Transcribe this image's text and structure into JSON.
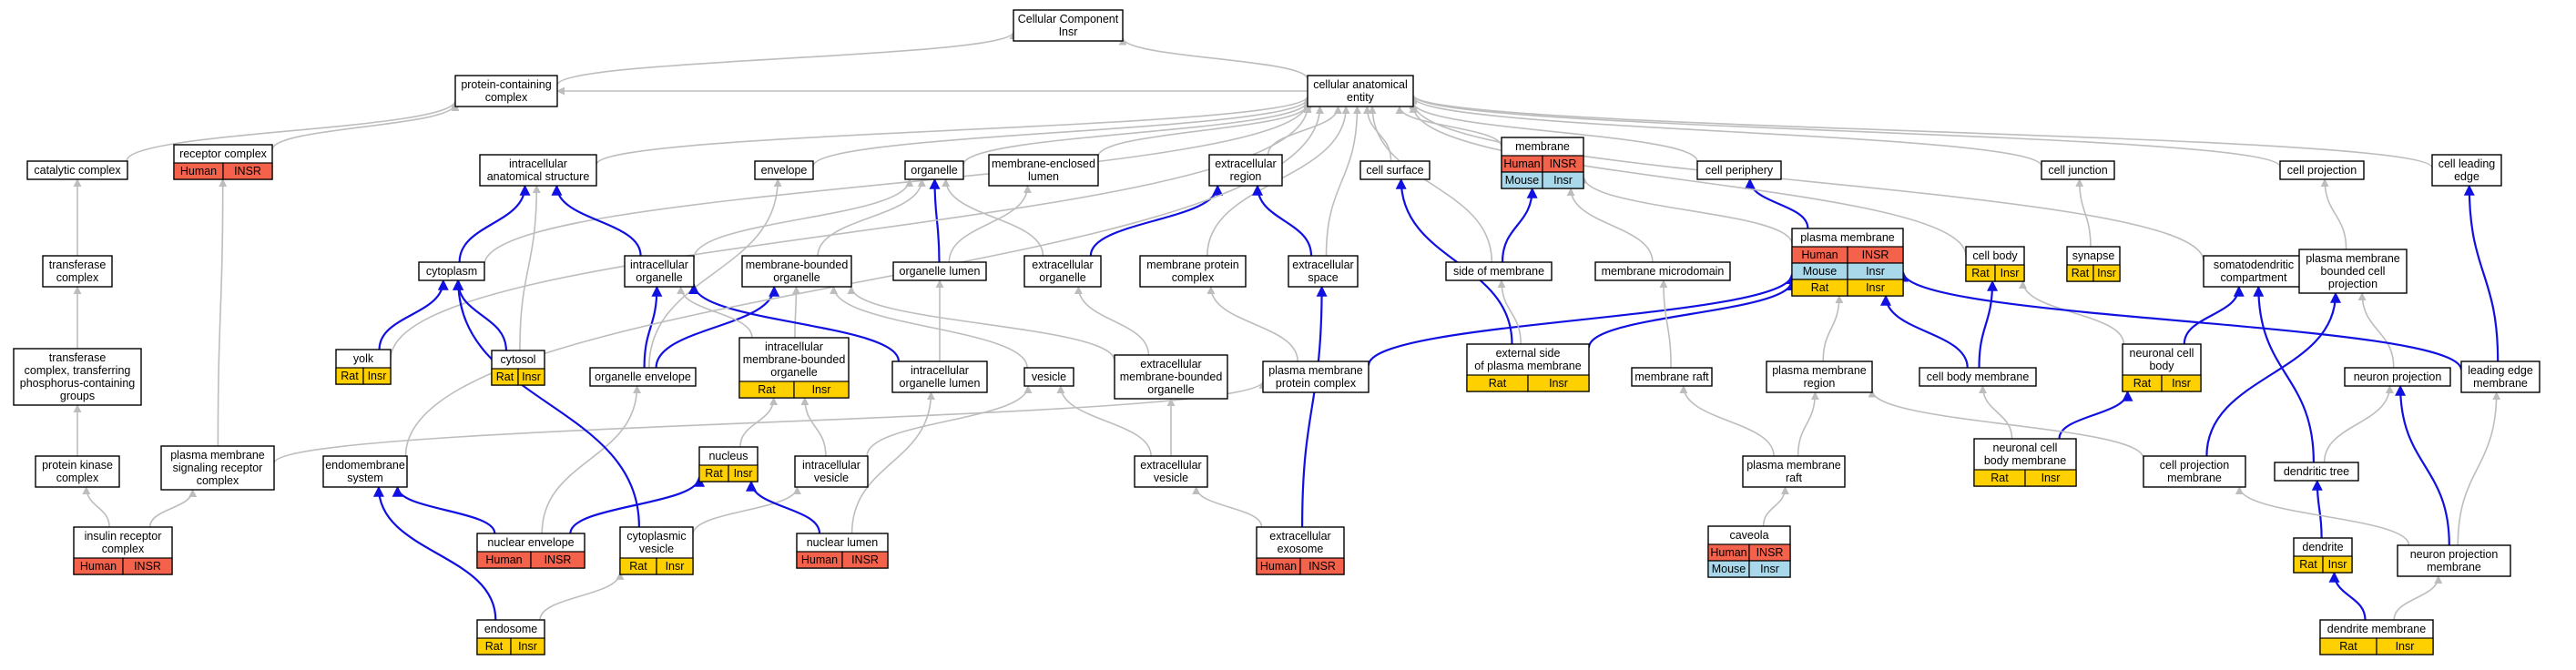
{
  "colors": {
    "human": "#f4624c",
    "rat": "#ffd000",
    "mouse": "#a8d8ea",
    "edge_grey": "#bdbdbd",
    "edge_blue": "#1010e0"
  },
  "nodes": [
    {
      "id": "cellular-component",
      "lines": [
        "Cellular Component",
        "Insr"
      ]
    },
    {
      "id": "protein-containing-complex",
      "lines": [
        "protein-containing",
        "complex"
      ]
    },
    {
      "id": "cellular-anatomical-entity",
      "lines": [
        "cellular anatomical",
        "entity"
      ]
    },
    {
      "id": "catalytic-complex",
      "lines": [
        "catalytic complex"
      ]
    },
    {
      "id": "receptor-complex",
      "lines": [
        "receptor complex"
      ],
      "tags": [
        [
          "Human",
          "INSR"
        ]
      ]
    },
    {
      "id": "intracellular-anatomical-structure",
      "lines": [
        "intracellular",
        "anatomical structure"
      ]
    },
    {
      "id": "envelope",
      "lines": [
        "envelope"
      ]
    },
    {
      "id": "organelle",
      "lines": [
        "organelle"
      ]
    },
    {
      "id": "membrane-enclosed-lumen",
      "lines": [
        "membrane-enclosed",
        "lumen"
      ]
    },
    {
      "id": "extracellular-region",
      "lines": [
        "extracellular",
        "region"
      ]
    },
    {
      "id": "cell-surface",
      "lines": [
        "cell surface"
      ]
    },
    {
      "id": "membrane",
      "lines": [
        "membrane"
      ],
      "tags": [
        [
          "Human",
          "INSR"
        ],
        [
          "Mouse",
          "Insr"
        ]
      ]
    },
    {
      "id": "cell-periphery",
      "lines": [
        "cell periphery"
      ]
    },
    {
      "id": "cell-junction",
      "lines": [
        "cell junction"
      ]
    },
    {
      "id": "cell-projection",
      "lines": [
        "cell projection"
      ]
    },
    {
      "id": "cell-leading-edge",
      "lines": [
        "cell leading",
        "edge"
      ]
    },
    {
      "id": "transferase-complex",
      "lines": [
        "transferase",
        "complex"
      ]
    },
    {
      "id": "cytoplasm",
      "lines": [
        "cytoplasm"
      ]
    },
    {
      "id": "intracellular-organelle",
      "lines": [
        "intracellular",
        "organelle"
      ]
    },
    {
      "id": "membrane-bounded-organelle",
      "lines": [
        "membrane-bounded",
        "organelle"
      ]
    },
    {
      "id": "organelle-lumen",
      "lines": [
        "organelle lumen"
      ]
    },
    {
      "id": "extracellular-organelle",
      "lines": [
        "extracellular",
        "organelle"
      ]
    },
    {
      "id": "membrane-protein-complex",
      "lines": [
        "membrane protein",
        "complex"
      ]
    },
    {
      "id": "extracellular-space",
      "lines": [
        "extracellular",
        "space"
      ]
    },
    {
      "id": "side-of-membrane",
      "lines": [
        "side of membrane"
      ]
    },
    {
      "id": "membrane-microdomain",
      "lines": [
        "membrane microdomain"
      ]
    },
    {
      "id": "plasma-membrane",
      "lines": [
        "plasma membrane"
      ],
      "tags": [
        [
          "Human",
          "INSR"
        ],
        [
          "Mouse",
          "Insr"
        ],
        [
          "Rat",
          "Insr"
        ]
      ]
    },
    {
      "id": "cell-body",
      "lines": [
        "cell body"
      ],
      "tags": [
        [
          "Rat",
          "Insr"
        ]
      ]
    },
    {
      "id": "synapse",
      "lines": [
        "synapse"
      ],
      "tags": [
        [
          "Rat",
          "Insr"
        ]
      ]
    },
    {
      "id": "somatodendritic-compartment",
      "lines": [
        "somatodendritic",
        "compartment"
      ]
    },
    {
      "id": "plasma-membrane-bounded-cell-projection",
      "lines": [
        "plasma membrane",
        "bounded cell",
        "projection"
      ]
    },
    {
      "id": "transferase-complex-phosphorus",
      "lines": [
        "transferase",
        "complex, transferring",
        "phosphorus-containing",
        "groups"
      ]
    },
    {
      "id": "yolk",
      "lines": [
        "yolk"
      ],
      "tags": [
        [
          "Rat",
          "Insr"
        ]
      ]
    },
    {
      "id": "cytosol",
      "lines": [
        "cytosol"
      ],
      "tags": [
        [
          "Rat",
          "Insr"
        ]
      ]
    },
    {
      "id": "organelle-envelope",
      "lines": [
        "organelle envelope"
      ]
    },
    {
      "id": "intracellular-membrane-bounded-organelle",
      "lines": [
        "intracellular",
        "membrane-bounded",
        "organelle"
      ],
      "tags": [
        [
          "Rat",
          "Insr"
        ]
      ]
    },
    {
      "id": "intracellular-organelle-lumen",
      "lines": [
        "intracellular",
        "organelle lumen"
      ]
    },
    {
      "id": "vesicle",
      "lines": [
        "vesicle"
      ]
    },
    {
      "id": "extracellular-membrane-bounded-organelle",
      "lines": [
        "extracellular",
        "membrane-bounded",
        "organelle"
      ]
    },
    {
      "id": "plasma-membrane-protein-complex",
      "lines": [
        "plasma membrane",
        "protein complex"
      ]
    },
    {
      "id": "external-side-of-plasma-membrane",
      "lines": [
        "external side",
        "of plasma membrane"
      ],
      "tags": [
        [
          "Rat",
          "Insr"
        ]
      ]
    },
    {
      "id": "membrane-raft",
      "lines": [
        "membrane raft"
      ]
    },
    {
      "id": "plasma-membrane-region",
      "lines": [
        "plasma membrane",
        "region"
      ]
    },
    {
      "id": "cell-body-membrane",
      "lines": [
        "cell body membrane"
      ]
    },
    {
      "id": "neuronal-cell-body",
      "lines": [
        "neuronal cell",
        "body"
      ],
      "tags": [
        [
          "Rat",
          "Insr"
        ]
      ]
    },
    {
      "id": "neuron-projection",
      "lines": [
        "neuron projection"
      ]
    },
    {
      "id": "leading-edge-membrane",
      "lines": [
        "leading edge",
        "membrane"
      ]
    },
    {
      "id": "protein-kinase-complex",
      "lines": [
        "protein kinase",
        "complex"
      ]
    },
    {
      "id": "plasma-membrane-signaling-receptor-complex",
      "lines": [
        "plasma membrane",
        "signaling receptor",
        "complex"
      ]
    },
    {
      "id": "endomembrane-system",
      "lines": [
        "endomembrane",
        "system"
      ]
    },
    {
      "id": "nucleus",
      "lines": [
        "nucleus"
      ],
      "tags": [
        [
          "Rat",
          "Insr"
        ]
      ]
    },
    {
      "id": "intracellular-vesicle",
      "lines": [
        "intracellular",
        "vesicle"
      ]
    },
    {
      "id": "extracellular-vesicle",
      "lines": [
        "extracellular",
        "vesicle"
      ]
    },
    {
      "id": "plasma-membrane-raft",
      "lines": [
        "plasma membrane",
        "raft"
      ]
    },
    {
      "id": "neuronal-cell-body-membrane",
      "lines": [
        "neuronal cell",
        "body membrane"
      ],
      "tags": [
        [
          "Rat",
          "Insr"
        ]
      ]
    },
    {
      "id": "cell-projection-membrane",
      "lines": [
        "cell projection",
        "membrane"
      ]
    },
    {
      "id": "dendritic-tree",
      "lines": [
        "dendritic tree"
      ]
    },
    {
      "id": "insulin-receptor-complex",
      "lines": [
        "insulin receptor",
        "complex"
      ],
      "tags": [
        [
          "Human",
          "INSR"
        ]
      ]
    },
    {
      "id": "nuclear-envelope",
      "lines": [
        "nuclear envelope"
      ],
      "tags": [
        [
          "Human",
          "INSR"
        ]
      ]
    },
    {
      "id": "cytoplasmic-vesicle",
      "lines": [
        "cytoplasmic",
        "vesicle"
      ],
      "tags": [
        [
          "Rat",
          "Insr"
        ]
      ]
    },
    {
      "id": "nuclear-lumen",
      "lines": [
        "nuclear lumen"
      ],
      "tags": [
        [
          "Human",
          "INSR"
        ]
      ]
    },
    {
      "id": "extracellular-exosome",
      "lines": [
        "extracellular",
        "exosome"
      ],
      "tags": [
        [
          "Human",
          "INSR"
        ]
      ]
    },
    {
      "id": "caveola",
      "lines": [
        "caveola"
      ],
      "tags": [
        [
          "Human",
          "INSR"
        ],
        [
          "Mouse",
          "Insr"
        ]
      ]
    },
    {
      "id": "dendrite",
      "lines": [
        "dendrite"
      ],
      "tags": [
        [
          "Rat",
          "Insr"
        ]
      ]
    },
    {
      "id": "neuron-projection-membrane",
      "lines": [
        "neuron projection",
        "membrane"
      ]
    },
    {
      "id": "endosome",
      "lines": [
        "endosome"
      ],
      "tags": [
        [
          "Rat",
          "Insr"
        ]
      ]
    },
    {
      "id": "dendrite-membrane",
      "lines": [
        "dendrite membrane"
      ],
      "tags": [
        [
          "Rat",
          "Insr"
        ]
      ]
    }
  ],
  "edges": [
    [
      "protein-containing-complex",
      "cellular-component",
      "g"
    ],
    [
      "cellular-anatomical-entity",
      "cellular-component",
      "g"
    ],
    [
      "cellular-anatomical-entity",
      "protein-containing-complex",
      "g"
    ],
    [
      "catalytic-complex",
      "protein-containing-complex",
      "g"
    ],
    [
      "receptor-complex",
      "protein-containing-complex",
      "g"
    ],
    [
      "intracellular-anatomical-structure",
      "cellular-anatomical-entity",
      "g"
    ],
    [
      "envelope",
      "cellular-anatomical-entity",
      "g"
    ],
    [
      "organelle",
      "cellular-anatomical-entity",
      "g"
    ],
    [
      "membrane-enclosed-lumen",
      "cellular-anatomical-entity",
      "g"
    ],
    [
      "extracellular-region",
      "cellular-anatomical-entity",
      "g"
    ],
    [
      "cell-surface",
      "cellular-anatomical-entity",
      "g"
    ],
    [
      "membrane",
      "cellular-anatomical-entity",
      "g"
    ],
    [
      "cell-periphery",
      "cellular-anatomical-entity",
      "g"
    ],
    [
      "cell-junction",
      "cellular-anatomical-entity",
      "g"
    ],
    [
      "cell-projection",
      "cellular-anatomical-entity",
      "g"
    ],
    [
      "cell-leading-edge",
      "cellular-anatomical-entity",
      "g"
    ],
    [
      "transferase-complex",
      "catalytic-complex",
      "g"
    ],
    [
      "cytoplasm",
      "cellular-anatomical-entity",
      "g"
    ],
    [
      "cytoplasm",
      "intracellular-anatomical-structure",
      "b"
    ],
    [
      "intracellular-organelle",
      "intracellular-anatomical-structure",
      "b"
    ],
    [
      "intracellular-organelle",
      "organelle",
      "g"
    ],
    [
      "membrane-bounded-organelle",
      "organelle",
      "g"
    ],
    [
      "organelle-lumen",
      "organelle",
      "b"
    ],
    [
      "organelle-lumen",
      "membrane-enclosed-lumen",
      "g"
    ],
    [
      "extracellular-organelle",
      "organelle",
      "g"
    ],
    [
      "extracellular-organelle",
      "extracellular-region",
      "b"
    ],
    [
      "membrane-protein-complex",
      "cellular-anatomical-entity",
      "g"
    ],
    [
      "extracellular-space",
      "extracellular-region",
      "b"
    ],
    [
      "extracellular-space",
      "cellular-anatomical-entity",
      "g"
    ],
    [
      "side-of-membrane",
      "membrane",
      "b"
    ],
    [
      "side-of-membrane",
      "cellular-anatomical-entity",
      "g"
    ],
    [
      "membrane-microdomain",
      "membrane",
      "g"
    ],
    [
      "plasma-membrane",
      "cell-periphery",
      "b"
    ],
    [
      "plasma-membrane",
      "membrane",
      "g"
    ],
    [
      "cell-body",
      "cellular-anatomical-entity",
      "g"
    ],
    [
      "synapse",
      "cell-junction",
      "g"
    ],
    [
      "somatodendritic-compartment",
      "cellular-anatomical-entity",
      "g"
    ],
    [
      "plasma-membrane-bounded-cell-projection",
      "cell-projection",
      "g"
    ],
    [
      "transferase-complex-phosphorus",
      "transferase-complex",
      "g"
    ],
    [
      "yolk",
      "cytoplasm",
      "b"
    ],
    [
      "yolk",
      "cellular-anatomical-entity",
      "g"
    ],
    [
      "cytosol",
      "cytoplasm",
      "b"
    ],
    [
      "cytosol",
      "intracellular-anatomical-structure",
      "g"
    ],
    [
      "organelle-envelope",
      "intracellular-organelle",
      "b"
    ],
    [
      "organelle-envelope",
      "membrane-bounded-organelle",
      "b"
    ],
    [
      "organelle-envelope",
      "envelope",
      "g"
    ],
    [
      "intracellular-membrane-bounded-organelle",
      "membrane-bounded-organelle",
      "g"
    ],
    [
      "intracellular-membrane-bounded-organelle",
      "intracellular-organelle",
      "g"
    ],
    [
      "intracellular-organelle-lumen",
      "organelle-lumen",
      "g"
    ],
    [
      "intracellular-organelle-lumen",
      "intracellular-organelle",
      "b"
    ],
    [
      "vesicle",
      "membrane-bounded-organelle",
      "g"
    ],
    [
      "extracellular-membrane-bounded-organelle",
      "extracellular-organelle",
      "g"
    ],
    [
      "extracellular-membrane-bounded-organelle",
      "membrane-bounded-organelle",
      "g"
    ],
    [
      "plasma-membrane-protein-complex",
      "membrane-protein-complex",
      "g"
    ],
    [
      "plasma-membrane-protein-complex",
      "plasma-membrane",
      "b"
    ],
    [
      "external-side-of-plasma-membrane",
      "side-of-membrane",
      "g"
    ],
    [
      "external-side-of-plasma-membrane",
      "plasma-membrane",
      "b"
    ],
    [
      "external-side-of-plasma-membrane",
      "cell-surface",
      "b"
    ],
    [
      "membrane-raft",
      "membrane-microdomain",
      "g"
    ],
    [
      "plasma-membrane-region",
      "plasma-membrane",
      "g"
    ],
    [
      "cell-body-membrane",
      "plasma-membrane",
      "b"
    ],
    [
      "cell-body-membrane",
      "cell-body",
      "b"
    ],
    [
      "neuronal-cell-body",
      "cell-body",
      "g"
    ],
    [
      "neuronal-cell-body",
      "somatodendritic-compartment",
      "b"
    ],
    [
      "neuron-projection",
      "plasma-membrane-bounded-cell-projection",
      "g"
    ],
    [
      "leading-edge-membrane",
      "cell-leading-edge",
      "b"
    ],
    [
      "leading-edge-membrane",
      "plasma-membrane",
      "b"
    ],
    [
      "protein-kinase-complex",
      "transferase-complex-phosphorus",
      "g"
    ],
    [
      "plasma-membrane-signaling-receptor-complex",
      "receptor-complex",
      "g"
    ],
    [
      "plasma-membrane-signaling-receptor-complex",
      "plasma-membrane-protein-complex",
      "g"
    ],
    [
      "endomembrane-system",
      "cellular-anatomical-entity",
      "g"
    ],
    [
      "nucleus",
      "intracellular-membrane-bounded-organelle",
      "g"
    ],
    [
      "intracellular-vesicle",
      "vesicle",
      "g"
    ],
    [
      "intracellular-vesicle",
      "intracellular-membrane-bounded-organelle",
      "g"
    ],
    [
      "extracellular-vesicle",
      "extracellular-membrane-bounded-organelle",
      "g"
    ],
    [
      "extracellular-vesicle",
      "vesicle",
      "g"
    ],
    [
      "plasma-membrane-raft",
      "membrane-raft",
      "g"
    ],
    [
      "plasma-membrane-raft",
      "plasma-membrane-region",
      "g"
    ],
    [
      "neuronal-cell-body-membrane",
      "neuronal-cell-body",
      "b"
    ],
    [
      "neuronal-cell-body-membrane",
      "cell-body-membrane",
      "g"
    ],
    [
      "cell-projection-membrane",
      "plasma-membrane-bounded-cell-projection",
      "b"
    ],
    [
      "cell-projection-membrane",
      "plasma-membrane-region",
      "g"
    ],
    [
      "dendritic-tree",
      "neuron-projection",
      "g"
    ],
    [
      "dendritic-tree",
      "somatodendritic-compartment",
      "b"
    ],
    [
      "insulin-receptor-complex",
      "protein-kinase-complex",
      "g"
    ],
    [
      "insulin-receptor-complex",
      "plasma-membrane-signaling-receptor-complex",
      "g"
    ],
    [
      "nuclear-envelope",
      "endomembrane-system",
      "b"
    ],
    [
      "nuclear-envelope",
      "nucleus",
      "b"
    ],
    [
      "nuclear-envelope",
      "organelle-envelope",
      "g"
    ],
    [
      "cytoplasmic-vesicle",
      "cytoplasm",
      "b"
    ],
    [
      "cytoplasmic-vesicle",
      "intracellular-vesicle",
      "g"
    ],
    [
      "nuclear-lumen",
      "nucleus",
      "b"
    ],
    [
      "nuclear-lumen",
      "intracellular-organelle-lumen",
      "g"
    ],
    [
      "extracellular-exosome",
      "extracellular-space",
      "b"
    ],
    [
      "extracellular-exosome",
      "extracellular-vesicle",
      "g"
    ],
    [
      "caveola",
      "plasma-membrane-raft",
      "g"
    ],
    [
      "dendrite",
      "dendritic-tree",
      "b"
    ],
    [
      "neuron-projection-membrane",
      "neuron-projection",
      "b"
    ],
    [
      "neuron-projection-membrane",
      "cell-projection-membrane",
      "g"
    ],
    [
      "neuron-projection-membrane",
      "leading-edge-membrane",
      "g"
    ],
    [
      "endosome",
      "endomembrane-system",
      "b"
    ],
    [
      "endosome",
      "cytoplasmic-vesicle",
      "g"
    ],
    [
      "dendrite-membrane",
      "dendrite",
      "b"
    ],
    [
      "dendrite-membrane",
      "neuron-projection-membrane",
      "g"
    ]
  ]
}
